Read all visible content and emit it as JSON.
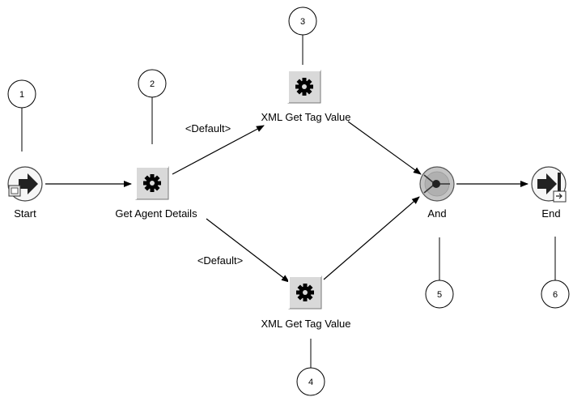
{
  "nodes": {
    "start": {
      "label": "Start",
      "callout": "1"
    },
    "get_agent_details": {
      "label": "Get Agent Details",
      "callout": "2"
    },
    "xml_get_tag_top": {
      "label": "XML Get Tag Value",
      "callout": "3"
    },
    "xml_get_tag_bottom": {
      "label": "XML Get Tag Value",
      "callout": "4"
    },
    "and": {
      "label": "And",
      "callout": "5"
    },
    "end": {
      "label": "End",
      "callout": "6"
    }
  },
  "edges": {
    "default_top": "<Default>",
    "default_bottom": "<Default>"
  },
  "icons": {
    "start": "start-arrow-icon",
    "function": "gear-icon",
    "and": "and-join-icon",
    "end": "end-arrow-icon"
  }
}
